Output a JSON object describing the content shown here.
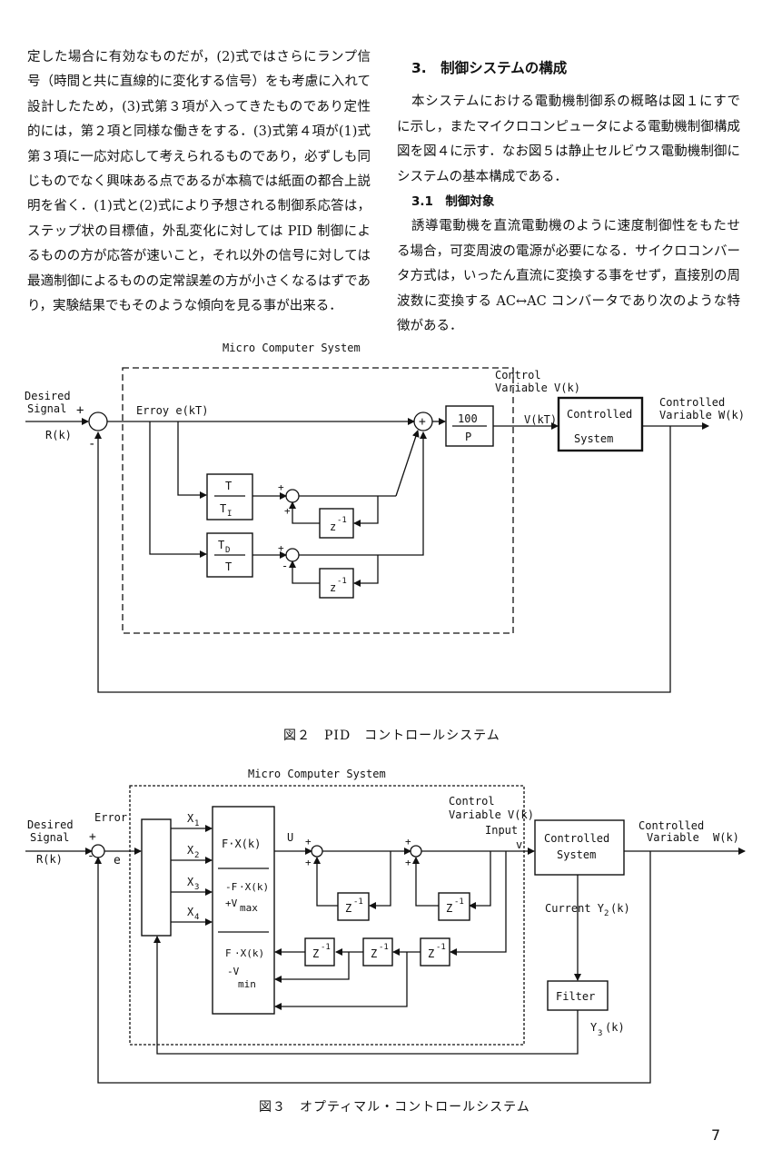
{
  "left_column": {
    "paragraph": "定した場合に有効なものだが，(2)式ではさらにランプ信号（時間と共に直線的に変化する信号）をも考慮に入れて設計したため，(3)式第３項が入ってきたものであり定性的には，第２項と同様な働きをする．(3)式第４項が(1)式第３項に一応対応して考えられるものであり，必ずしも同じものでなく興味ある点であるが本稿では紙面の都合上説明を省く．(1)式と(2)式により予想される制御系応答は，ステップ状の目標値，外乱変化に対しては PID 制御によるものの方が応答が速いこと，それ以外の信号に対しては最適制御によるものの定常誤差の方が小さくなるはずであり，実験結果でもそのような傾向を見る事が出来る．"
  },
  "right_column": {
    "section_title": "3.　制御システムの構成",
    "section_paragraph": "本システムにおける電動機制御系の概略は図１にすでに示し，またマイクロコンピュータによる電動機制御構成図を図４に示す．なお図５は静止セルビウス電動機制御にシステムの基本構成である．",
    "subsection_title": "3.1　制御対象",
    "subsection_paragraph": "誘導電動機を直流電動機のように速度制御性をもたせる場合，可変周波の電源が必要になる．サイクロコンバータ方式は，いったん直流に変換する事をせず，直接別の周波数に変換する AC↔AC コンバータであり次のような特徴がある．"
  },
  "figure2": {
    "caption": "図２　PID　コントロールシステム",
    "micro_label": "Micro Computer System",
    "desired_1": "Desired",
    "desired_2": "Signal",
    "rk": "R(k)",
    "plus": "+",
    "minus": "-",
    "error_label": "Erroy e(kT)",
    "gain_num": "100",
    "gain_den": "P",
    "vkt": "V(kT)",
    "control_var_1": "Control",
    "control_var_2": "Variable V(k)",
    "plant_1": "Controlled",
    "plant_2": "System",
    "out_1": "Controlled",
    "out_2": "Variable W(k)",
    "ti_num": "T",
    "ti_den": "T",
    "ti_sub": "I",
    "td_num": "T",
    "td_sub": "D",
    "td_den": "T",
    "z": "z",
    "z_exp": "-1"
  },
  "figure3": {
    "caption": "図３　オプティマル・コントロールシステム",
    "micro_label": "Micro Computer System",
    "desired_1": "Desired",
    "desired_2": "Signal",
    "rk": "R(k)",
    "error_label": "Error",
    "e": "e",
    "plus": "+",
    "minus": "-",
    "x1": "X",
    "x2": "X",
    "x3": "X",
    "x4": "X",
    "s1": "1",
    "s2": "2",
    "s3": "3",
    "s4": "4",
    "f1": "F·X(k)",
    "f2a": "-F",
    "f2b": "·X(k)",
    "f2c": "+V",
    "f2d": "max",
    "f3a": "F",
    "f3b": "·X(k)",
    "f3c": "-V",
    "f3d": "min",
    "u": "U",
    "control_var_1": "Control",
    "control_var_2": "Variable V(k)",
    "input": "Input",
    "v": "v",
    "plant_1": "Controlled",
    "plant_2": "System",
    "out_1": "Controlled",
    "out_2": "Variable",
    "wk": "W(k)",
    "current": "Current Y",
    "current_k": "(k)",
    "filter": "Filter",
    "y3": "Y",
    "y3k": "(k)",
    "z": "Z",
    "z_exp": "-1"
  },
  "page_number": "7"
}
